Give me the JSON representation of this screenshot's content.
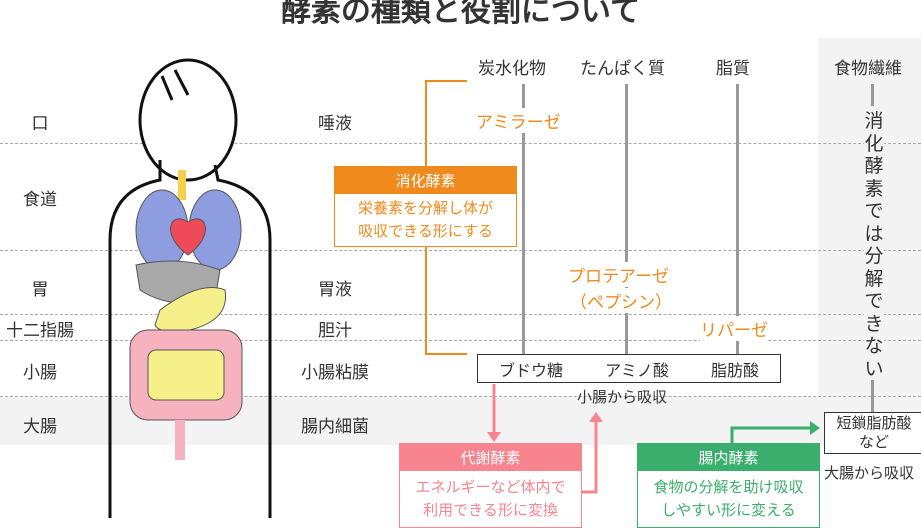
{
  "title": "酵素の種類と役割について",
  "organs": [
    "口",
    "食道",
    "胃",
    "十二指腸",
    "小腸",
    "大腸"
  ],
  "fluids": [
    "唾液",
    "胃液",
    "胆汁",
    "小腸粘膜",
    "腸内細菌"
  ],
  "nutrients": [
    "炭水化物",
    "たんぱく質",
    "脂質",
    "食物繊維"
  ],
  "enzymes": {
    "amylase": "アミラーゼ",
    "protease": "プロテアーゼ",
    "pepsin": "（ペプシン）",
    "lipase": "リパーゼ"
  },
  "digestive": {
    "title": "消化酵素",
    "desc1": "栄養素を分解し体が",
    "desc2": "吸収できる形にする"
  },
  "products": [
    "ブドウ糖",
    "アミノ酸",
    "脂肪酸"
  ],
  "small_absorb": "小腸から吸収",
  "fiber_note": "消化酵素では分解できない",
  "scfa1": "短鎖脂肪酸",
  "scfa2": "など",
  "large_absorb": "大腸から吸収",
  "metabolic": {
    "title": "代謝酵素",
    "desc1": "エネルギーなど体内で",
    "desc2": "利用できる形に変換"
  },
  "intestinal": {
    "title": "腸内酵素",
    "desc1": "食物の分解を助け吸収",
    "desc2": "しやすい形に変える"
  },
  "colors": {
    "orange": "#f08a1d",
    "pink": "#f7848f",
    "green": "#3aae6c"
  }
}
